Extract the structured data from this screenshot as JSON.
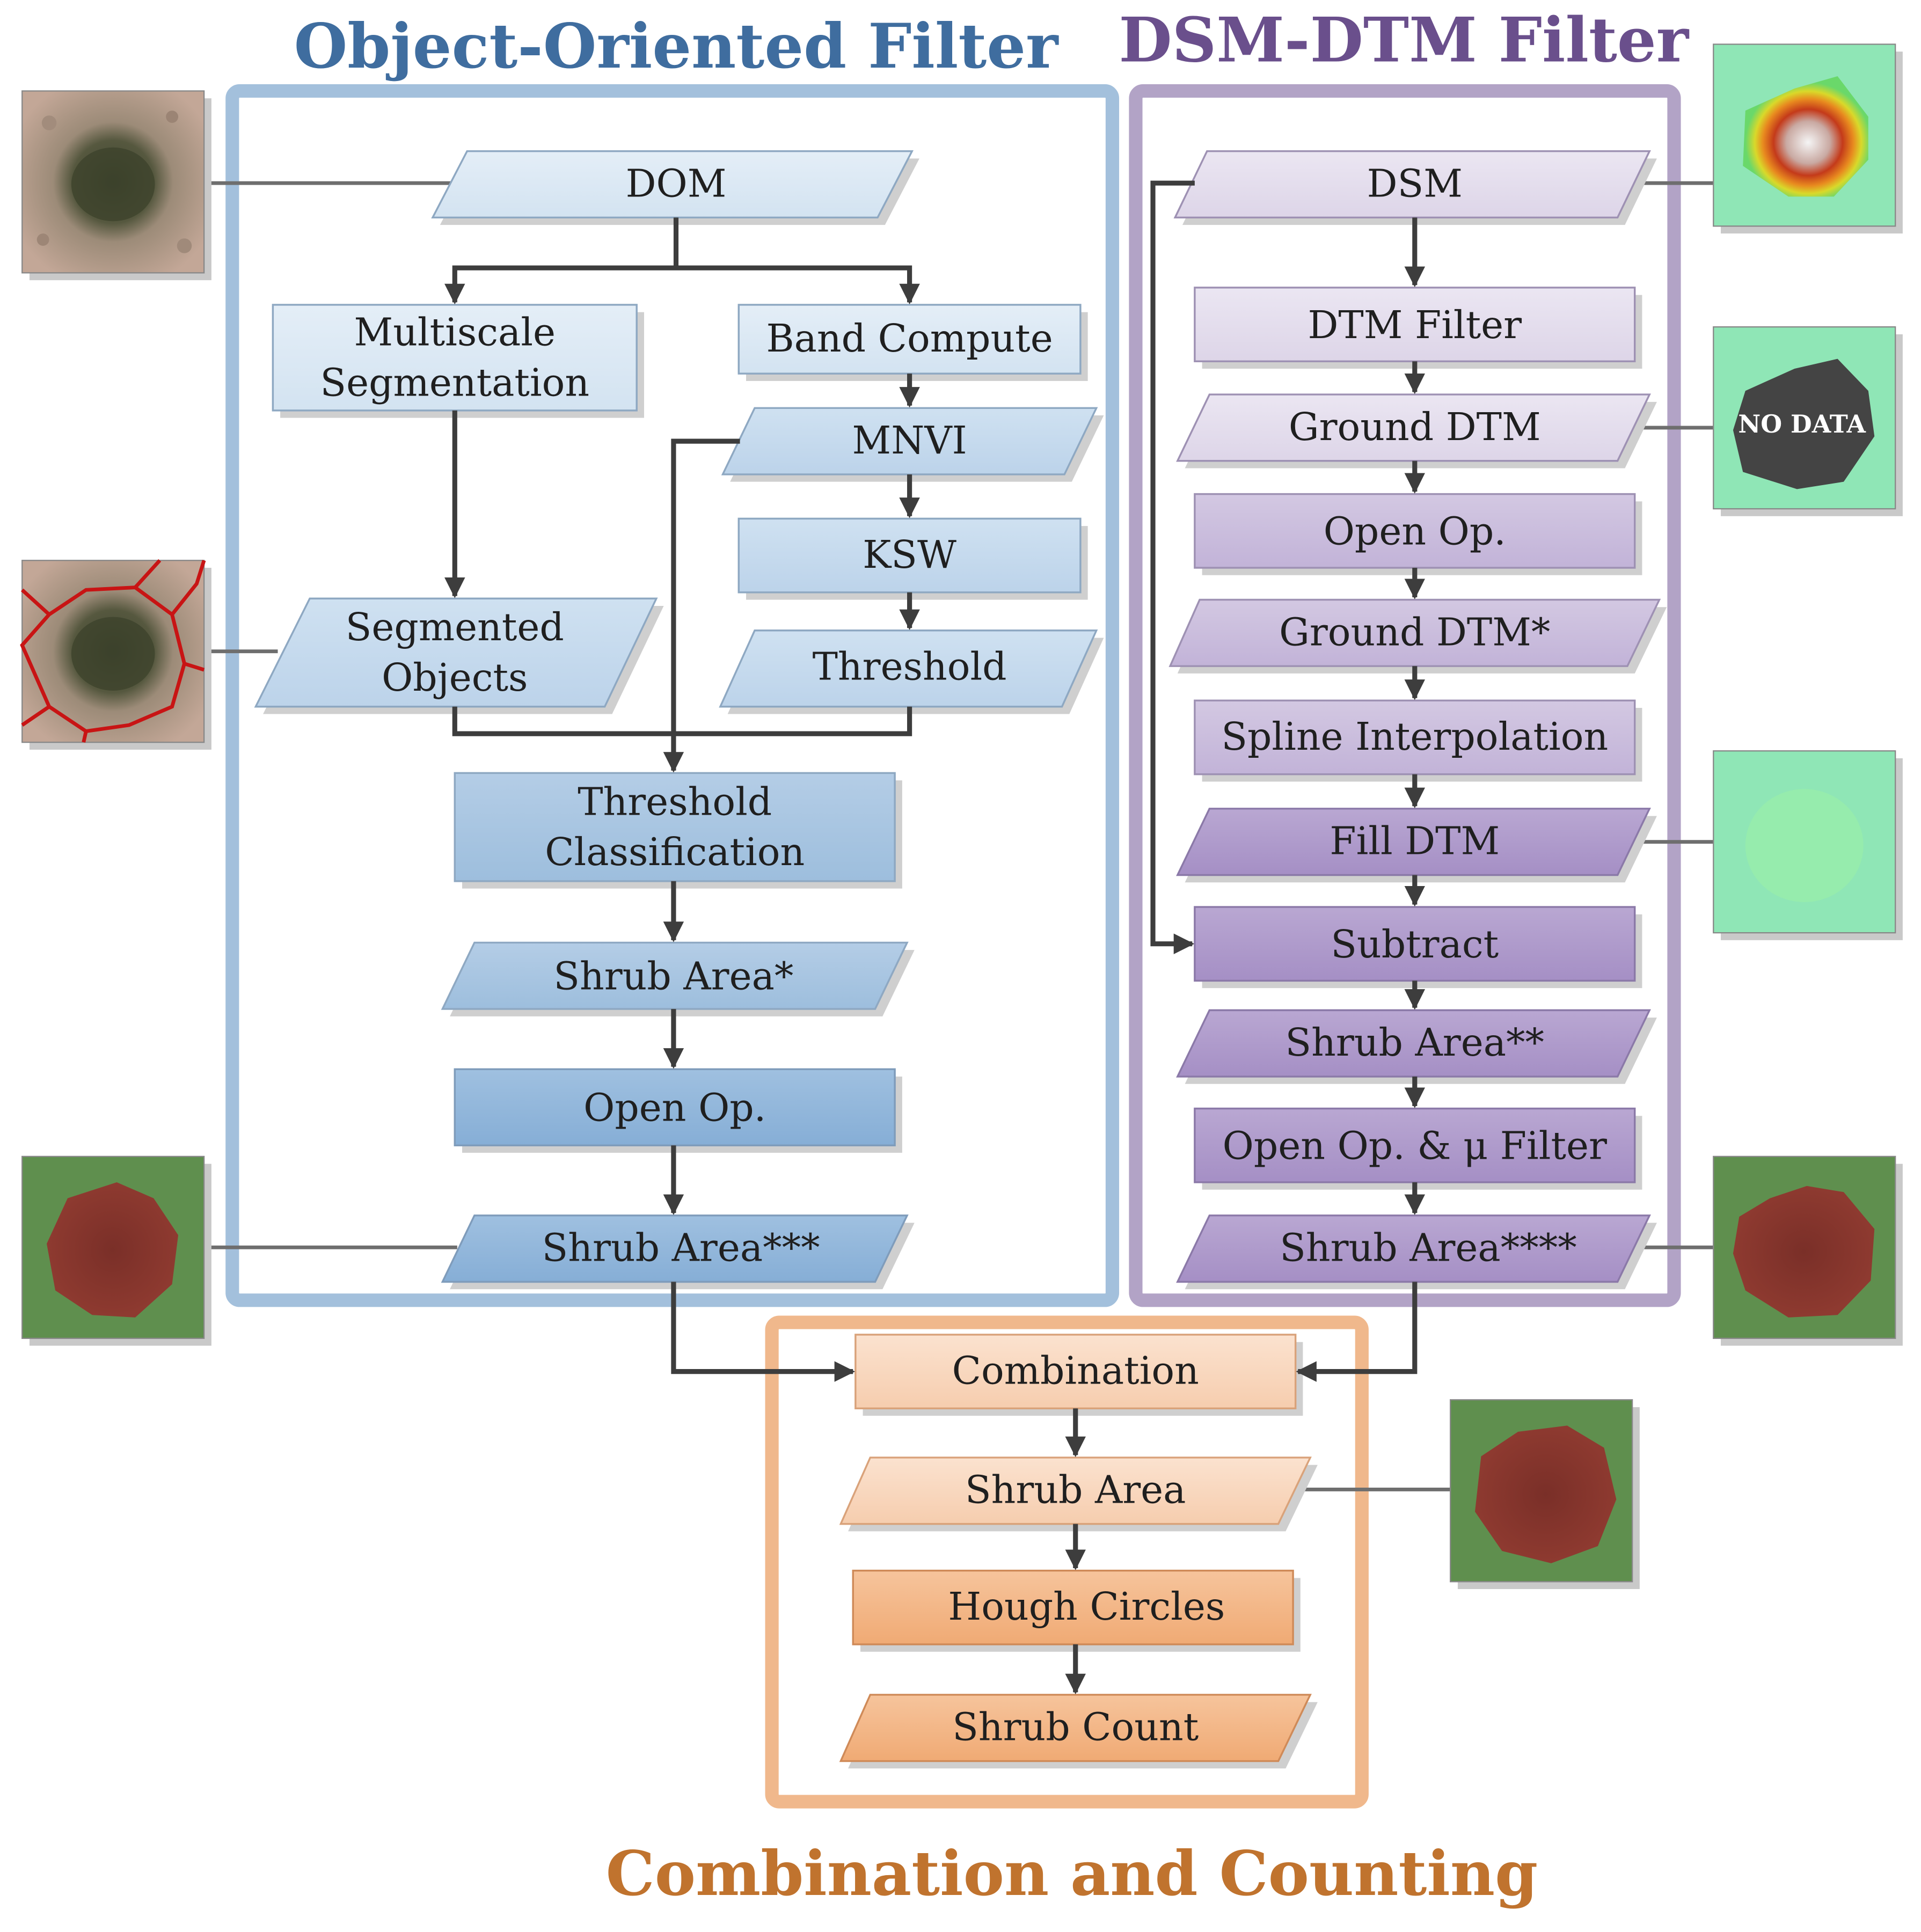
{
  "titles": {
    "object_oriented": "Object-Oriented Filter",
    "dsm_dtm": "DSM-DTM Filter",
    "combination": "Combination and Counting"
  },
  "colors": {
    "blue_title": "#3f6d9f",
    "purple_title": "#6a4f8c",
    "orange_title": "#c0732e",
    "blue_frame": "#a3c0dc",
    "purple_frame": "#b2a3c6",
    "orange_frame": "#f0b88c"
  },
  "left": {
    "dom": "DOM",
    "multiscale_1": "Multiscale",
    "multiscale_2": "Segmentation",
    "band_compute": "Band Compute",
    "mnvi": "MNVI",
    "ksw": "KSW",
    "segmented_1": "Segmented",
    "segmented_2": "Objects",
    "threshold": "Threshold",
    "threshold_class_1": "Threshold",
    "threshold_class_2": "Classification",
    "shrub_area_1": "Shrub Area*",
    "open_op": "Open Op.",
    "shrub_area_3": "Shrub Area***"
  },
  "right": {
    "dsm": "DSM",
    "dtm_filter": "DTM Filter",
    "ground_dtm": "Ground DTM",
    "open_op": "Open Op.",
    "ground_dtm_star": "Ground DTM*",
    "spline": "Spline Interpolation",
    "fill_dtm": "Fill DTM",
    "subtract": "Subtract",
    "shrub_area_2": "Shrub Area**",
    "open_mu": "Open Op. & μ Filter",
    "shrub_area_4": "Shrub Area****"
  },
  "bottom": {
    "combination": "Combination",
    "shrub_area": "Shrub Area",
    "hough": "Hough Circles",
    "shrub_count": "Shrub Count"
  },
  "thumbnails": {
    "no_data": "NO DATA"
  },
  "icons": {
    "aerial_photo": "aerial-photo-icon",
    "segmented_photo": "segmented-photo-icon",
    "shrub_mask": "shrub-mask-icon",
    "dsm_heatmap": "dsm-heatmap-icon",
    "no_data_map": "no-data-map-icon",
    "fill_map": "fill-dtm-map-icon"
  }
}
